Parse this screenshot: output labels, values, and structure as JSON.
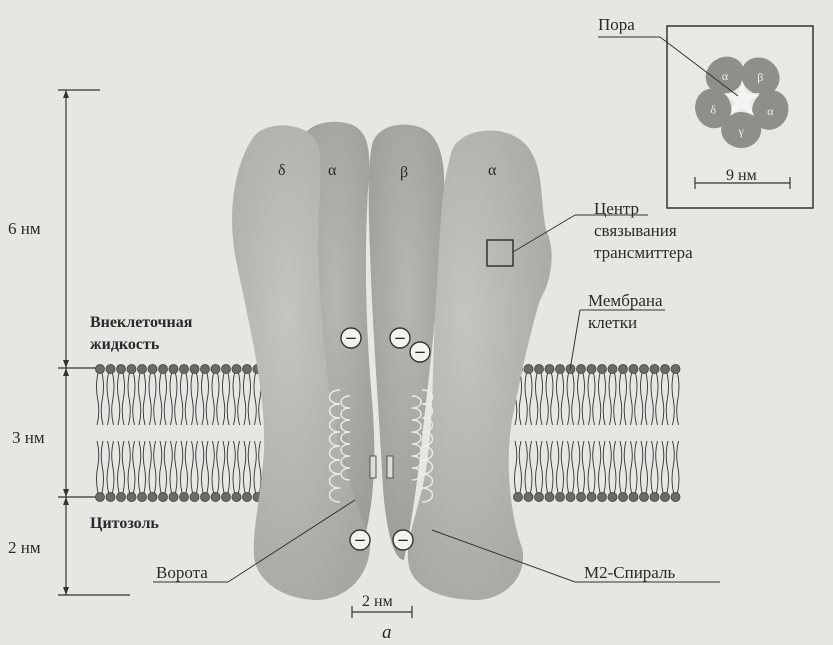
{
  "scale": {
    "extracellular_height": "6 нм",
    "membrane_thickness": "3 нм",
    "cytosol_height": "2 нм",
    "pore_width": "2 нм"
  },
  "regions": {
    "extracellular": [
      "Внеклеточная",
      "жидкость"
    ],
    "cytosol": "Цитозоль"
  },
  "subunits": {
    "left_front": "δ",
    "left_back": "α",
    "right_back": "β",
    "right_front": "α"
  },
  "callouts": {
    "binding_site": [
      "Центр",
      "связывания",
      "трансмиттера"
    ],
    "membrane": [
      "Мембрана",
      "клетки"
    ],
    "gate": "Ворота",
    "m2_helix": "М2-Спираль"
  },
  "inset": {
    "pore_label": "Пора",
    "subunits": [
      "α",
      "β",
      "α",
      "γ",
      "δ"
    ],
    "diameter": "9 нм"
  },
  "charge_symbol": "−",
  "panel_label": "а"
}
